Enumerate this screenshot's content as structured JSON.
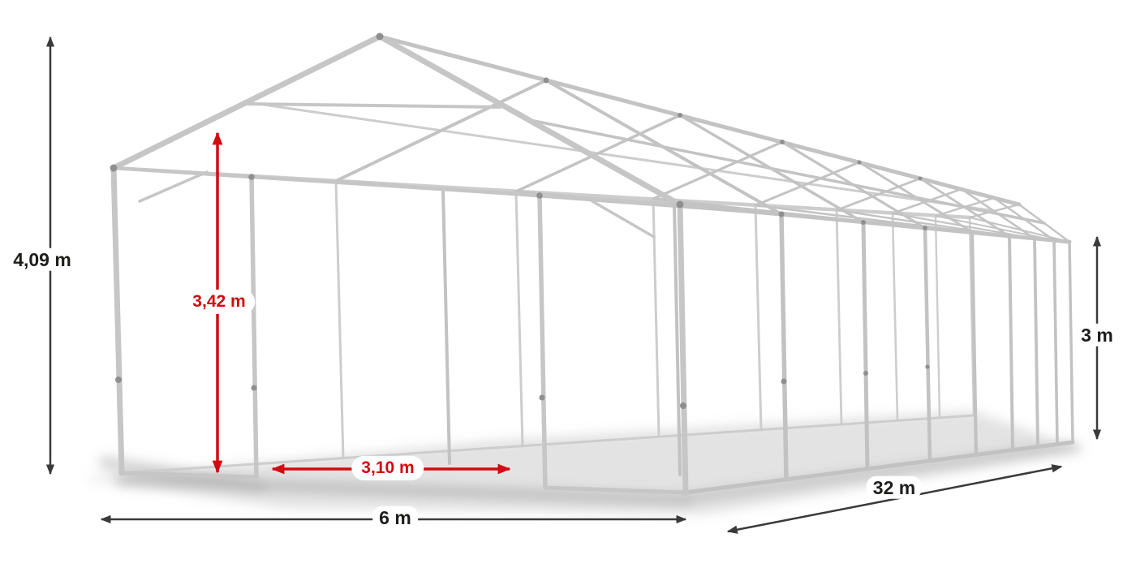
{
  "diagram": {
    "dimensions": {
      "total_height": {
        "label": "4,09 m"
      },
      "inner_height": {
        "label": "3,42 m"
      },
      "side_height": {
        "label": "3 m"
      },
      "entrance_width": {
        "label": "3,10 m"
      },
      "width": {
        "label": "6 m"
      },
      "length": {
        "label": "32 m"
      }
    },
    "colors": {
      "frame_light": "#c6c6c6",
      "frame_far": "#cdcdcd",
      "connector": "#8f8f8f",
      "dimension_black": "#3a3a3a",
      "dimension_red": "#d20a11",
      "shadow": "#bdbdbd",
      "background": "#ffffff"
    }
  }
}
